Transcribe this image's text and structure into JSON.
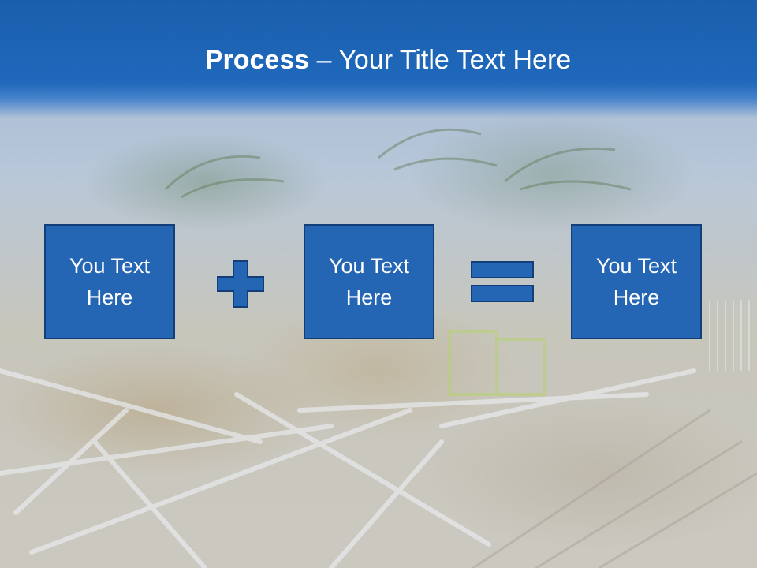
{
  "slide": {
    "title_bold": "Process",
    "title_rest": " – Your Title Text Here",
    "boxes": [
      {
        "line1": "You Text",
        "line2": "Here"
      },
      {
        "line1": "You Text",
        "line2": "Here"
      },
      {
        "line1": "You Text",
        "line2": "Here"
      }
    ],
    "operators": [
      "plus-icon",
      "equals-icon"
    ]
  },
  "colors": {
    "header_blue": "#1f68bb",
    "box_fill": "#2566b4",
    "box_border": "#123f7a",
    "text": "#ffffff"
  }
}
